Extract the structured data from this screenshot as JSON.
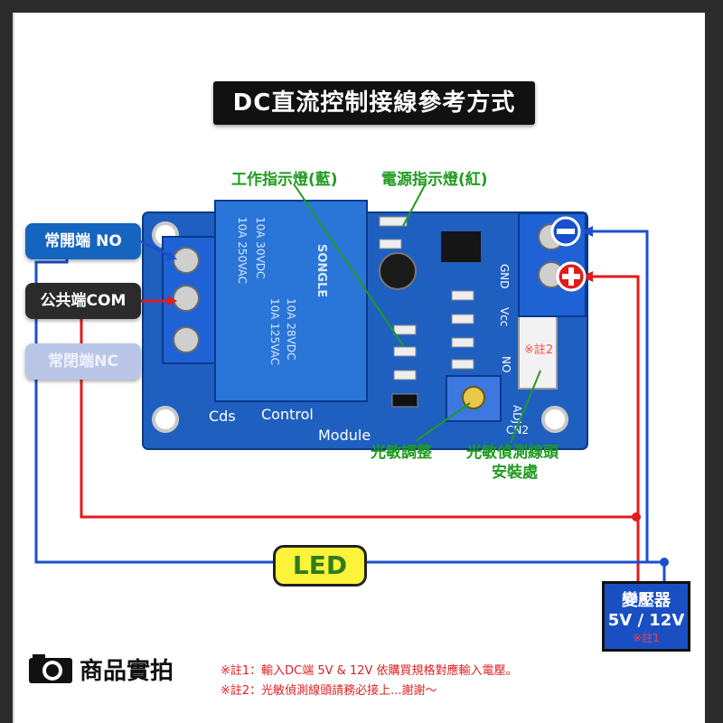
{
  "title": "DC直流控制接線參考方式",
  "labels": {
    "work_indicator": "工作指示燈(藍)",
    "power_indicator": "電源指示燈(紅)",
    "light_adjust": "光敏調整",
    "sensor_mount_line1": "光敏偵測線頭",
    "sensor_mount_line2": "安裝處",
    "note2_tag": "※註2"
  },
  "terminals": {
    "no": "常開端 NO",
    "com": "公共端COM",
    "nc": "常閉端NC"
  },
  "led": "LED",
  "transformer": {
    "name": "變壓器",
    "voltage": "5V / 12V",
    "note": "※註1"
  },
  "board": {
    "silk_cds": "Cds",
    "silk_control": "Control",
    "silk_module": "Module",
    "relay_brand": "SONGLE",
    "relay_spec1": "10A 250VAC",
    "relay_spec2": "10A 30VDC",
    "relay_spec3": "10A 125VAC",
    "relay_spec4": "10A 28VDC",
    "vcc": "Vcc",
    "gnd": "GND",
    "adj": "ADJ",
    "no_pin": "NO",
    "cn2": "CN2"
  },
  "logo_text": "商品實拍",
  "notes": [
    "※註1：輸入DC端 5V & 12V 依購買規格對應輸入電壓。",
    "※註2：光敏偵測線頭請務必接上...謝謝～"
  ],
  "colors": {
    "red_wire": "#e01c1c",
    "blue_wire": "#1a4fd0",
    "pcb": "#1f5fc0",
    "label_green": "#1f9b1f"
  }
}
